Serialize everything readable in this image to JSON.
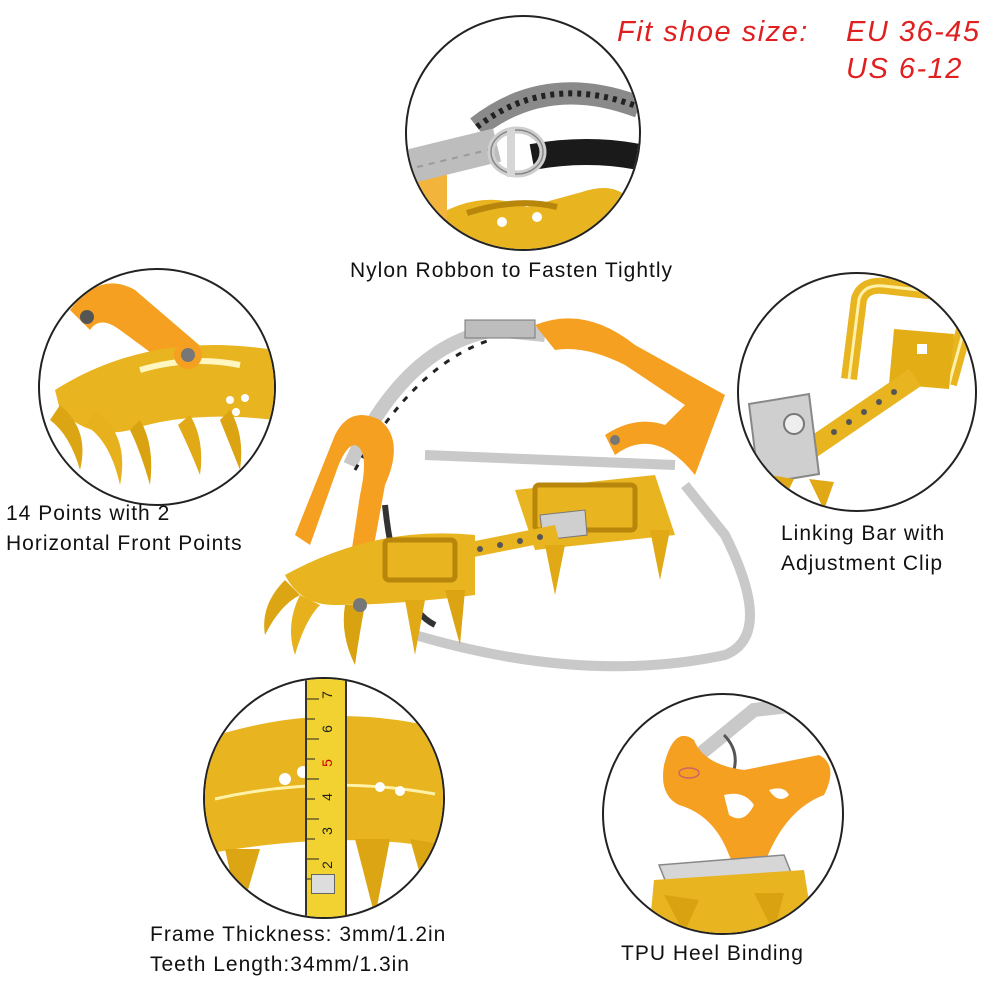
{
  "fit": {
    "label": "Fit shoe size:",
    "eu": "EU 36-45",
    "us": "US 6-12"
  },
  "captions": {
    "nylon": "Nylon Robbon to Fasten Tightly",
    "points_line1": "14  Points with 2",
    "points_line2": "Horizontal Front Points",
    "linking_line1": "Linking Bar with",
    "linking_line2": "Adjustment Clip",
    "frame_line1": "Frame Thickness: 3mm/1.2in",
    "frame_line2": "Teeth Length:34mm/1.3in",
    "heel": "TPU Heel Binding"
  },
  "ruler": {
    "numbers": [
      "2",
      "3",
      "4",
      "5",
      "6",
      "7"
    ]
  },
  "colors": {
    "text_red": "#e02020",
    "gold": "#e8b420",
    "orange": "#f5a021",
    "strap_gray": "#bdbdbd",
    "steel": "#c9c9c9"
  }
}
